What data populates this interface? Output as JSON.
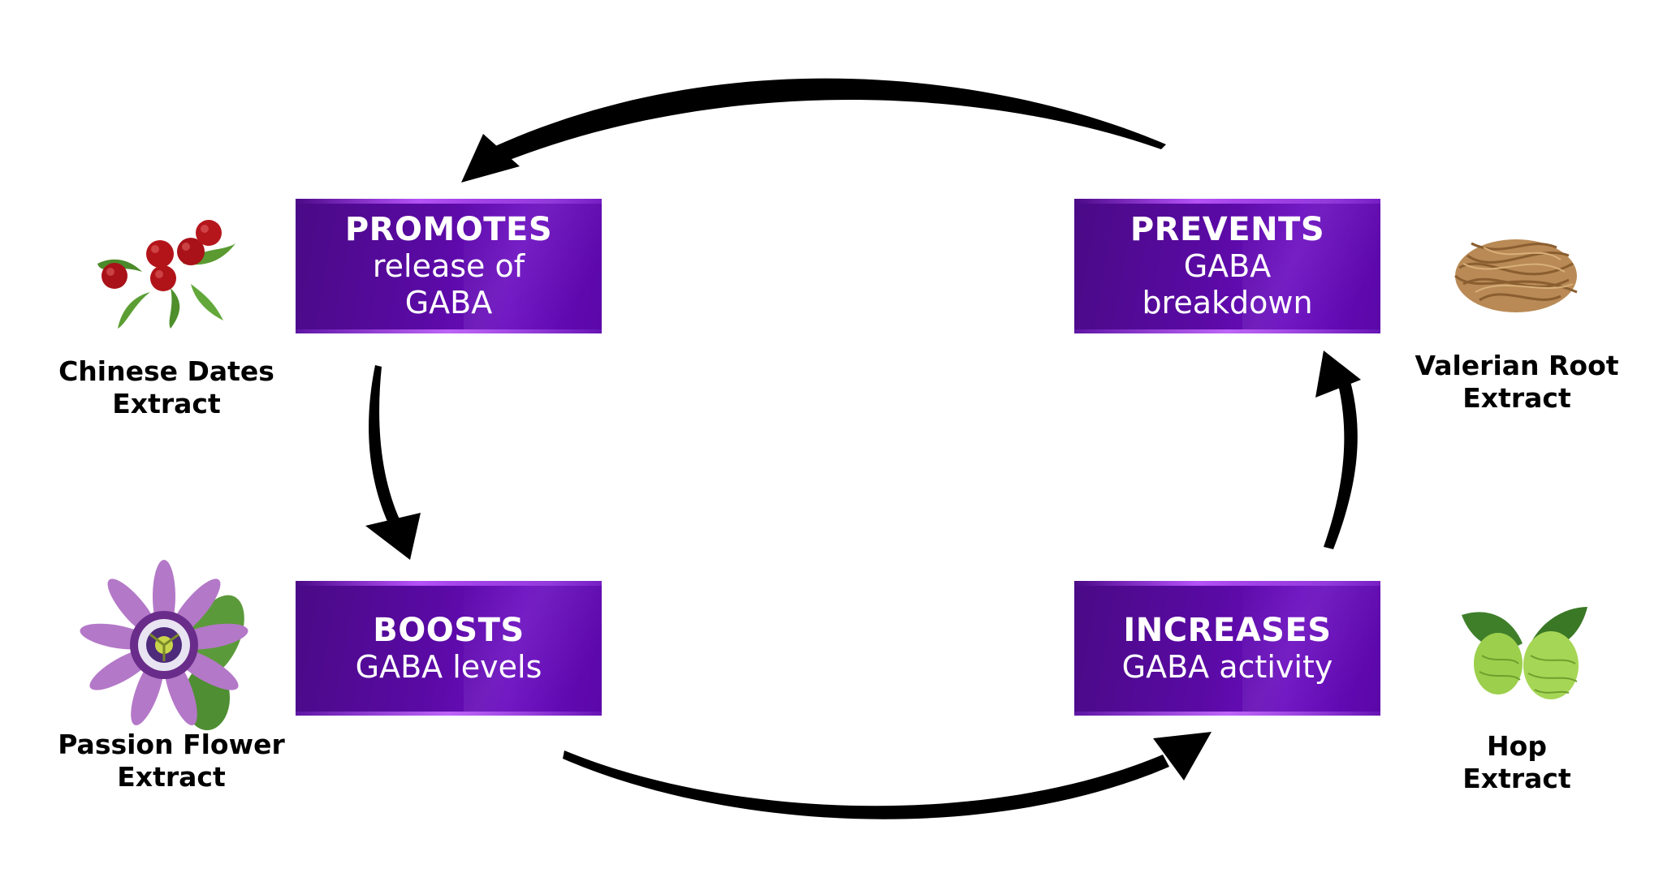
{
  "boxes": {
    "promotes": {
      "head": "PROMOTES",
      "line1": "release of",
      "line2": "GABA"
    },
    "prevents": {
      "head": "PREVENTS",
      "line1": "GABA",
      "line2": "breakdown"
    },
    "boosts": {
      "head": "BOOSTS",
      "line1": "GABA levels"
    },
    "increases": {
      "head": "INCREASES",
      "line1": "GABA activity"
    }
  },
  "ingredients": {
    "chinese_dates": {
      "line1": "Chinese Dates",
      "line2": "Extract"
    },
    "valerian": {
      "line1": "Valerian Root",
      "line2": "Extract"
    },
    "passion_flower": {
      "line1": "Passion Flower",
      "line2": "Extract"
    },
    "hop": {
      "line1": "Hop",
      "line2": "Extract"
    }
  },
  "colors": {
    "box": "#5a0aa4",
    "arrow": "#000000",
    "text": "#000000"
  }
}
